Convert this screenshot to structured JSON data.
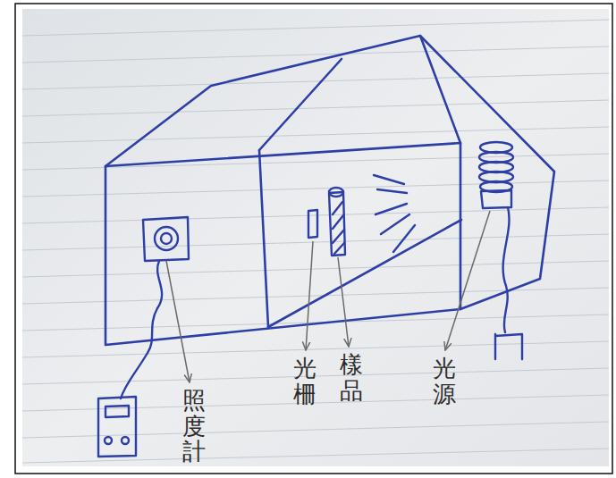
{
  "diagram": {
    "labels": [
      "照度計",
      "光柵",
      "樣品",
      "光源"
    ]
  }
}
